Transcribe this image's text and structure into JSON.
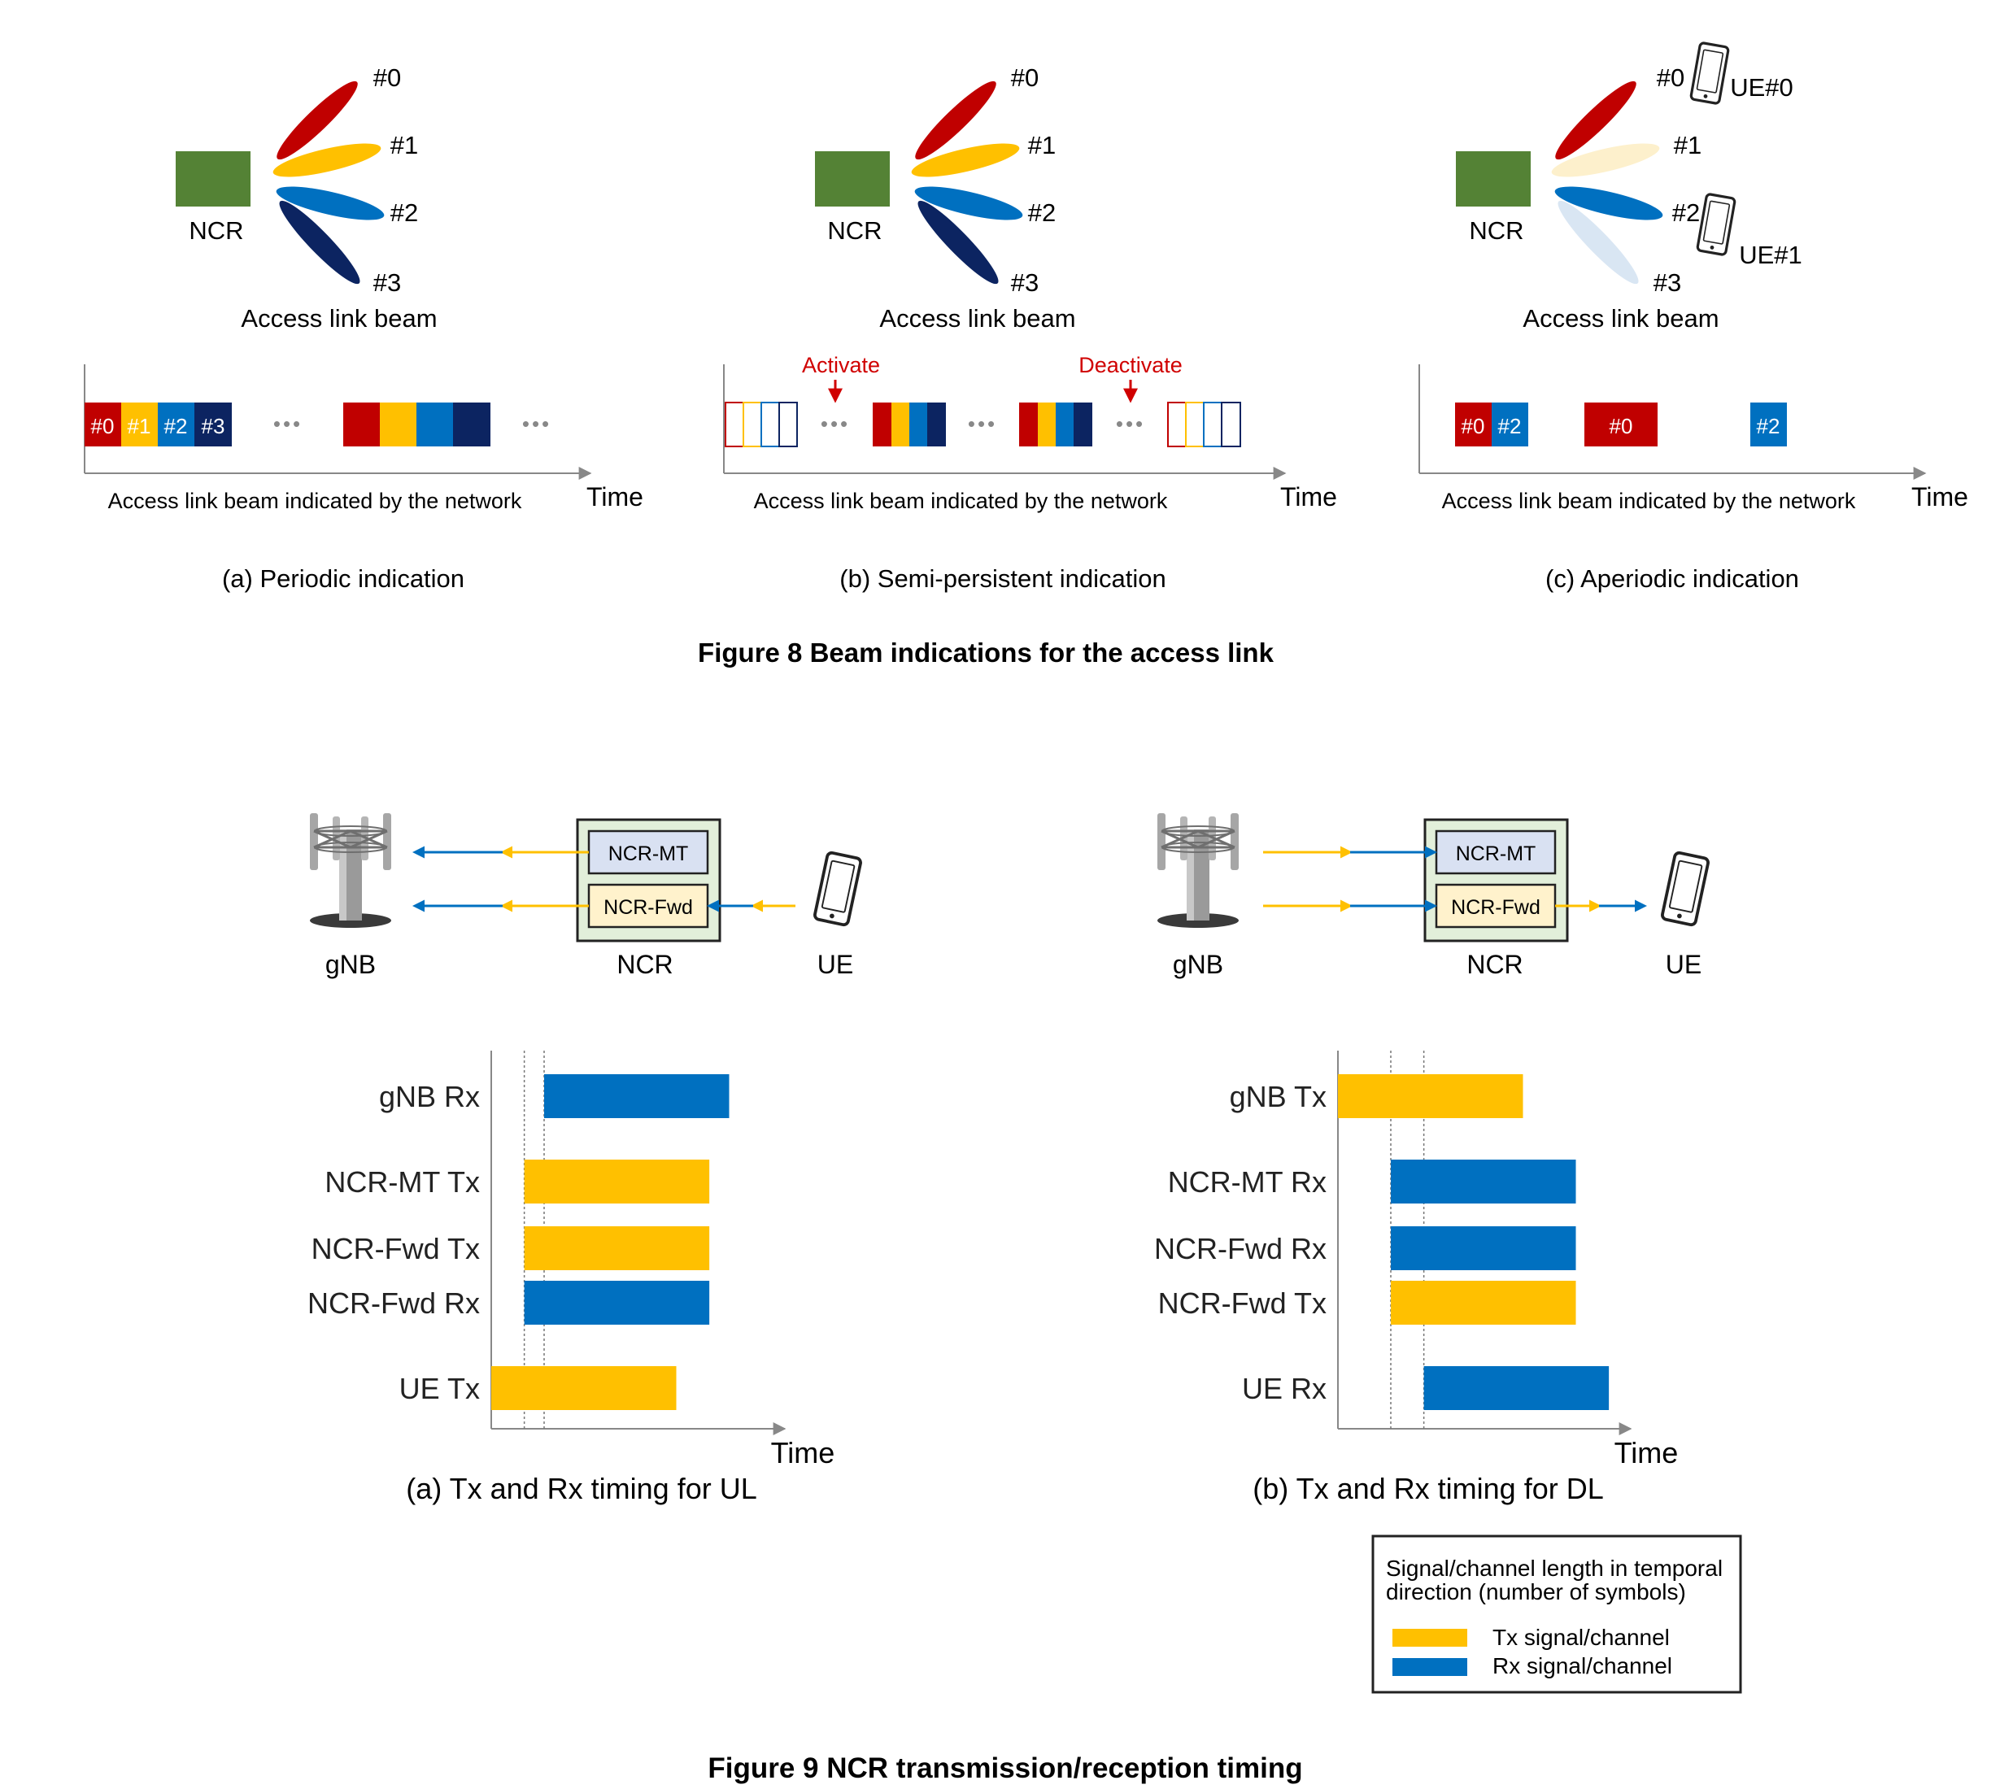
{
  "colors": {
    "red": "#c00000",
    "yellow": "#ffc000",
    "blue": "#0070c0",
    "navy": "#0c2461",
    "green": "#548235",
    "pale_yellow": "#fdf0cc",
    "pale_blue": "#d9e6f3",
    "mt_box": "#d9e1f2",
    "fwd_box": "#fff2cc",
    "ncr_outer": "#e2efda",
    "axis": "#888888",
    "activate": "#d00000"
  },
  "fig8": {
    "caption": "Figure 8  Beam indications for the access link",
    "panels": [
      {
        "ncr_label": "NCR",
        "beam_caption": "Access link beam",
        "beams": [
          "#0",
          "#1",
          "#2",
          "#3"
        ],
        "block_labels": [
          "#0",
          "#1",
          "#2",
          "#3"
        ],
        "dots": "•••",
        "axis_label": "Access link beam indicated by the network",
        "time_label": "Time",
        "caption": "(a) Periodic indication"
      },
      {
        "ncr_label": "NCR",
        "beam_caption": "Access link beam",
        "beams": [
          "#0",
          "#1",
          "#2",
          "#3"
        ],
        "activate": "Activate",
        "deactivate": "Deactivate",
        "dots": "•••",
        "axis_label": "Access link beam indicated by the network",
        "time_label": "Time",
        "caption": "(b) Semi-persistent indication"
      },
      {
        "ncr_label": "NCR",
        "beam_caption": "Access link beam",
        "beams": [
          "#0",
          "#1",
          "#2",
          "#3"
        ],
        "ue0": "UE#0",
        "ue1": "UE#1",
        "block_labels": [
          "#0",
          "#2",
          "#0",
          "#2"
        ],
        "axis_label": "Access link beam indicated by the network",
        "time_label": "Time",
        "caption": "(c) Aperiodic indication"
      }
    ]
  },
  "fig9": {
    "caption": "Figure 9  NCR transmission/reception timing",
    "ul": {
      "gnb": "gNB",
      "ncr": "NCR",
      "ue": "UE",
      "mt": "NCR-MT",
      "fwd": "NCR-Fwd",
      "caption": "(a) Tx and Rx timing for UL",
      "time_label": "Time"
    },
    "dl": {
      "gnb": "gNB",
      "ncr": "NCR",
      "ue": "UE",
      "mt": "NCR-MT",
      "fwd": "NCR-Fwd",
      "caption": "(b) Tx and Rx timing for DL",
      "time_label": "Time"
    },
    "legend": {
      "title_line1": "Signal/channel length in temporal",
      "title_line2": "direction (number of symbols)",
      "tx": "Tx signal/channel",
      "rx": "Rx signal/channel"
    }
  },
  "chart_data": [
    {
      "type": "bar",
      "title": "(a) Tx and Rx timing for UL",
      "xlabel": "Time",
      "ylabel": "",
      "categories": [
        "gNB Rx",
        "NCR-MT Tx",
        "NCR-Fwd Tx",
        "NCR-Fwd Rx",
        "UE Tx"
      ],
      "bars": [
        {
          "label": "gNB Rx",
          "kind": "Rx",
          "start": 2,
          "end": 9
        },
        {
          "label": "NCR-MT Tx",
          "kind": "Tx",
          "start": 1.25,
          "end": 8.25
        },
        {
          "label": "NCR-Fwd Tx",
          "kind": "Tx",
          "start": 1.25,
          "end": 8.25
        },
        {
          "label": "NCR-Fwd Rx",
          "kind": "Rx",
          "start": 1.25,
          "end": 8.25
        },
        {
          "label": "UE Tx",
          "kind": "Tx",
          "start": 0,
          "end": 7
        }
      ],
      "markers": [
        1.25,
        2
      ],
      "xlim": [
        0,
        11.5
      ]
    },
    {
      "type": "bar",
      "title": "(b) Tx and Rx timing for DL",
      "xlabel": "Time",
      "ylabel": "",
      "categories": [
        "gNB Tx",
        "NCR-MT Rx",
        "NCR-Fwd Rx",
        "NCR-Fwd Tx",
        "UE Rx"
      ],
      "bars": [
        {
          "label": "gNB Tx",
          "kind": "Tx",
          "start": 0,
          "end": 7
        },
        {
          "label": "NCR-MT Rx",
          "kind": "Rx",
          "start": 2,
          "end": 9
        },
        {
          "label": "NCR-Fwd Rx",
          "kind": "Rx",
          "start": 2,
          "end": 9
        },
        {
          "label": "NCR-Fwd Tx",
          "kind": "Tx",
          "start": 2,
          "end": 9
        },
        {
          "label": "UE Rx",
          "kind": "Rx",
          "start": 3.25,
          "end": 10.25
        }
      ],
      "markers": [
        2,
        3.25
      ],
      "xlim": [
        0,
        11.5
      ]
    }
  ]
}
